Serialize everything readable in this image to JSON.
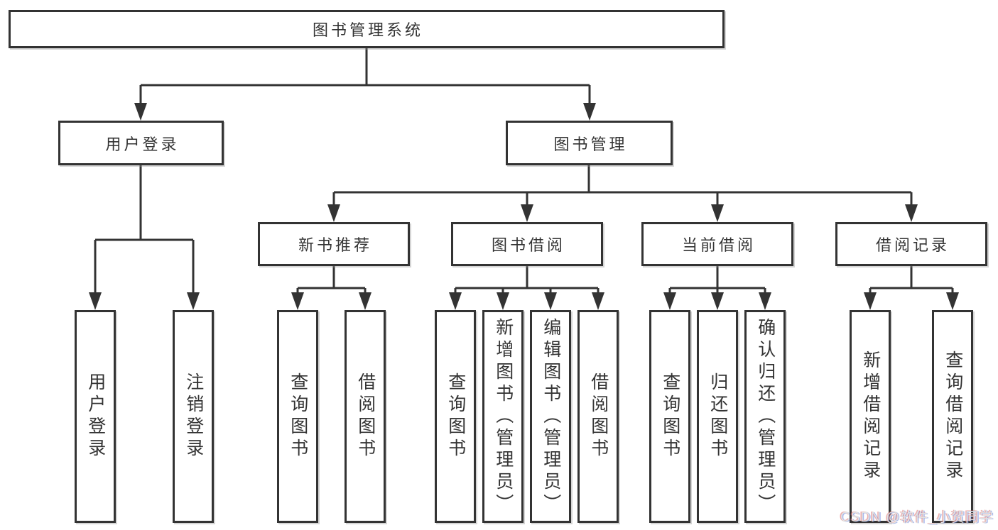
{
  "tree": {
    "label": "图书管理系统",
    "children": [
      {
        "label": "用户登录",
        "children": [
          {
            "label": "用户登录"
          },
          {
            "label": "注销登录"
          }
        ]
      },
      {
        "label": "图书管理",
        "children": [
          {
            "label": "新书推荐",
            "children": [
              {
                "label": "查询图书"
              },
              {
                "label": "借阅图书"
              }
            ]
          },
          {
            "label": "图书借阅",
            "children": [
              {
                "label": "查询图书"
              },
              {
                "label": "新增图书（管理员）"
              },
              {
                "label": "编辑图书（管理员）"
              },
              {
                "label": "借阅图书"
              }
            ]
          },
          {
            "label": "当前借阅",
            "children": [
              {
                "label": "查询图书"
              },
              {
                "label": "归还图书"
              },
              {
                "label": "确认归还（管理员）"
              }
            ]
          },
          {
            "label": "借阅记录",
            "children": [
              {
                "label": "新增借阅记录"
              },
              {
                "label": "查询借阅记录"
              }
            ]
          }
        ]
      }
    ]
  },
  "watermark": {
    "text": "CSDN @软件_小贺同学"
  },
  "colors": {
    "line": "#333333",
    "text": "#333333",
    "background": "#ffffff",
    "watermark": "#e3e3e3"
  }
}
